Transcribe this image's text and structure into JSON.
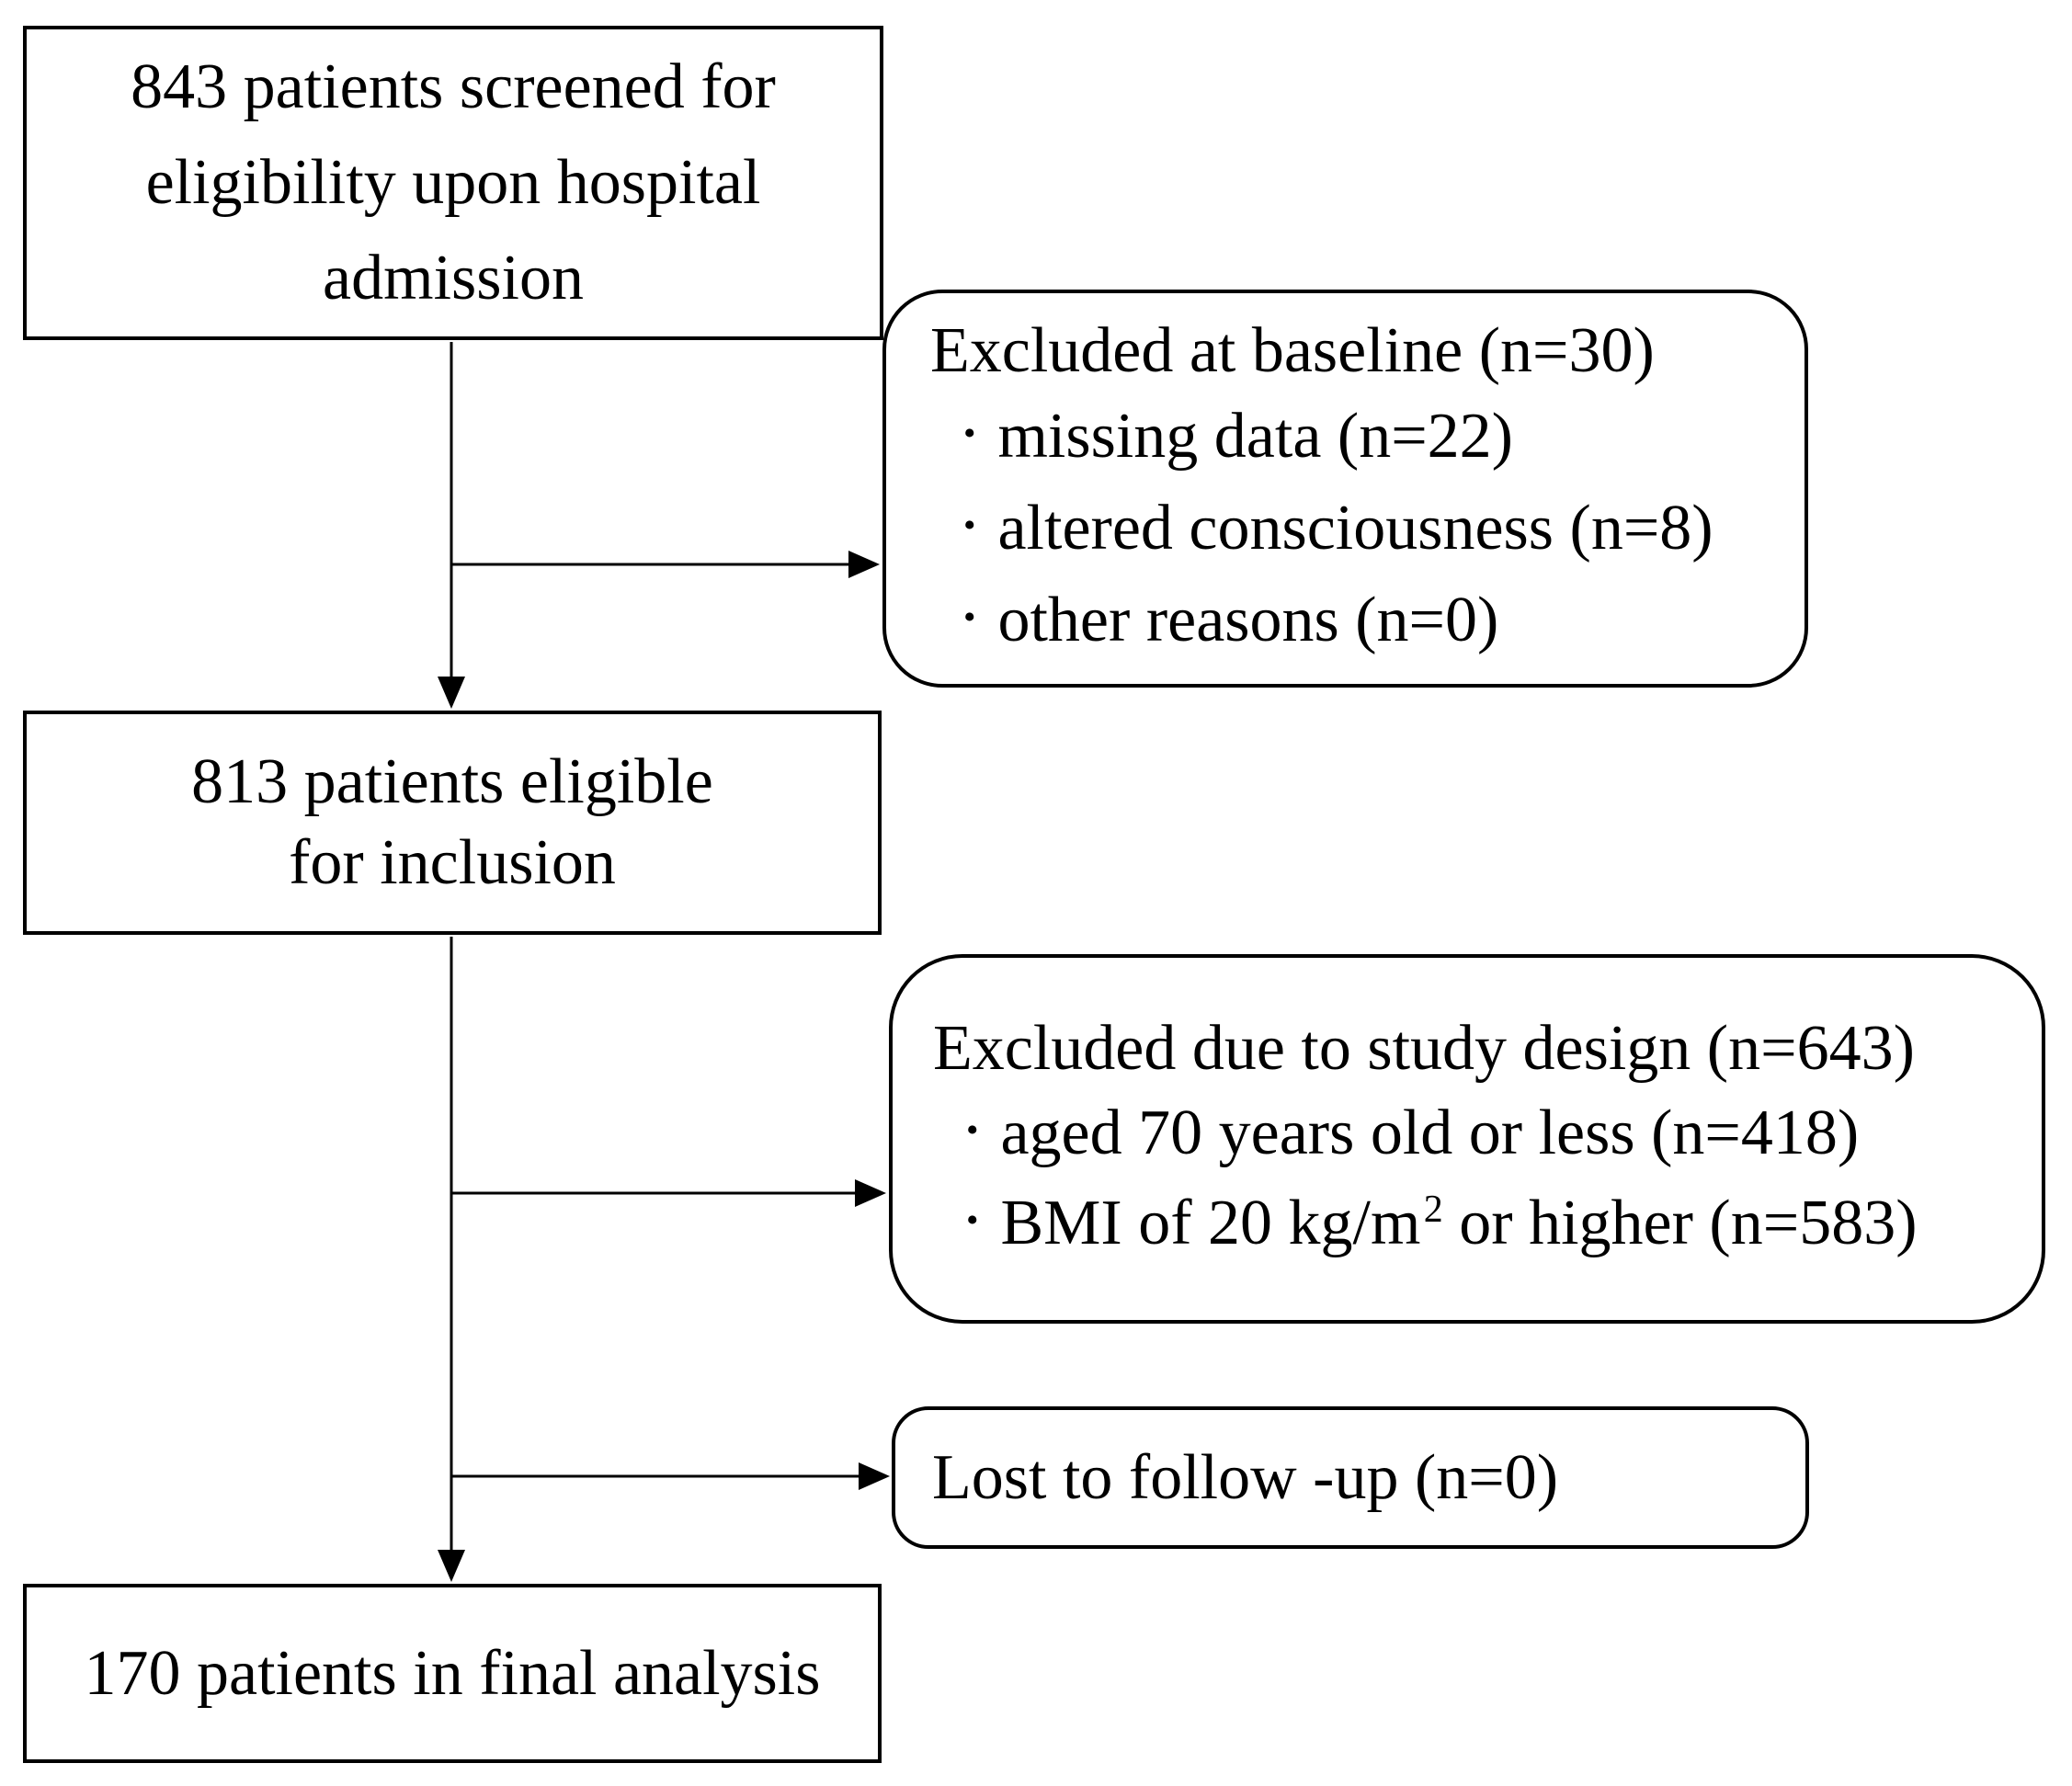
{
  "figure": {
    "bullet": "•",
    "boxes": {
      "screened": {
        "text": "843 patients screened for\neligibility upon hospital\nadmission"
      },
      "eligible": {
        "text": "813 patients eligible\nfor inclusion"
      },
      "final": {
        "text": "170 patients in final analysis"
      },
      "excluded_baseline": {
        "title": "Excluded at baseline (n=30)",
        "items": [
          "missing data (n=22)",
          "altered consciousness (n=8)",
          "other reasons (n=0)"
        ]
      },
      "excluded_design": {
        "title": "Excluded due to study design (n=643)",
        "item1": "aged 70 years old or less (n=418)",
        "item2_prefix": "BMI of 20 kg/m",
        "item2_sup": "2",
        "item2_suffix": " or higher (n=583)"
      },
      "lost_followup": {
        "title": "Lost to follow -up (n=0)"
      }
    },
    "colors": {
      "line": "#000000",
      "background": "#ffffff",
      "text": "#000000"
    }
  }
}
